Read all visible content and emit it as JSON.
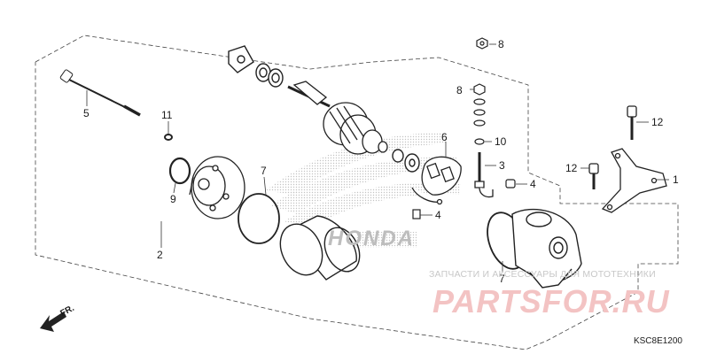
{
  "diagram": {
    "code": "KSC8E1200",
    "front_marker": "FR.",
    "brand_mark": "HONDA",
    "watermark_text": "ЗАПЧАСТИ И АКСЕССУАРЫ ДЛЯ МОТОТЕХНИКИ",
    "watermark_logo": "PARTSFOR.RU",
    "callouts": {
      "c1": "1",
      "c2": "2",
      "c3": "3",
      "c4a": "4",
      "c4b": "4",
      "c5": "5",
      "c6": "6",
      "c7a": "7",
      "c7b": "7",
      "c8a": "8",
      "c8b": "8",
      "c9": "9",
      "c10": "10",
      "c11": "11",
      "c12a": "12",
      "c12b": "12"
    }
  }
}
